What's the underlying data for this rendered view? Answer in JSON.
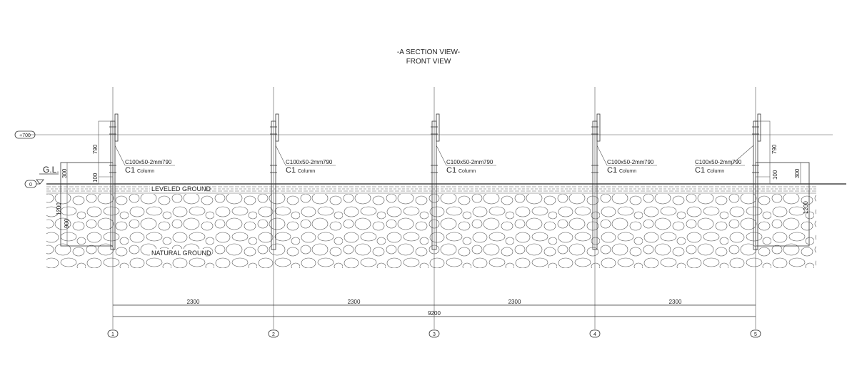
{
  "title": {
    "line1": "-A SECTION VIEW-",
    "line2": "FRONT VIEW"
  },
  "levels": {
    "top": "+700",
    "zero": "0",
    "gl": "G.L."
  },
  "ground": {
    "leveled": "LEVELED GROUND",
    "natural": "NATURAL GROUND"
  },
  "columns": [
    {
      "grid": "1",
      "spec": "C100x50-2mm",
      "len": "790",
      "mark": "C1",
      "type": "Column"
    },
    {
      "grid": "2",
      "spec": "C100x50-2mm",
      "len": "790",
      "mark": "C1",
      "type": "Column"
    },
    {
      "grid": "3",
      "spec": "C100x50-2mm",
      "len": "790",
      "mark": "C1",
      "type": "Column"
    },
    {
      "grid": "4",
      "spec": "C100x50-2mm",
      "len": "790",
      "mark": "C1",
      "type": "Column"
    },
    {
      "grid": "5",
      "spec": "C100x50-2mm",
      "len": "790",
      "mark": "C1",
      "type": "Column"
    }
  ],
  "dims": {
    "span": [
      "2300",
      "2300",
      "2300",
      "2300"
    ],
    "total": "9200",
    "d790": "790",
    "d300": "300",
    "d100": "100",
    "d1200": "1200",
    "d900": "900"
  }
}
